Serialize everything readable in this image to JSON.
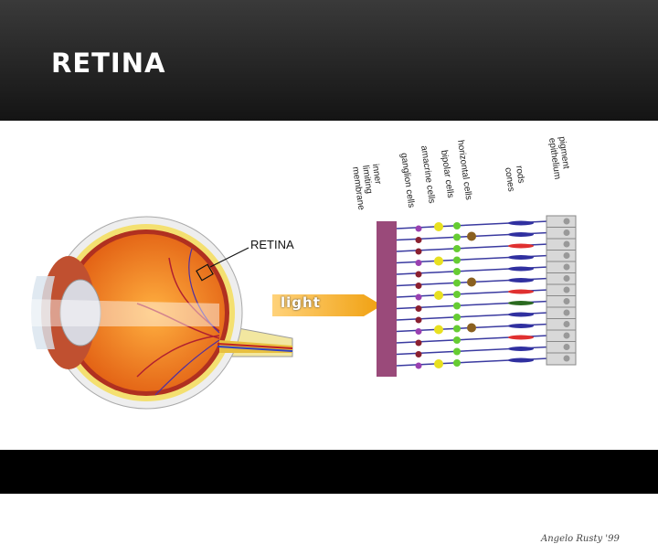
{
  "slide": {
    "title": "RETINA"
  },
  "figure": {
    "eye_label": "RETINA",
    "light_label": "light",
    "layer_labels": [
      "inner limiting membrane",
      "ganglion cells",
      "amacrine cells",
      "bipolar cells",
      "horizontal cells",
      "rods",
      "cones",
      "pigment epithelium"
    ],
    "signature": "Angelo Rusty 1999"
  }
}
